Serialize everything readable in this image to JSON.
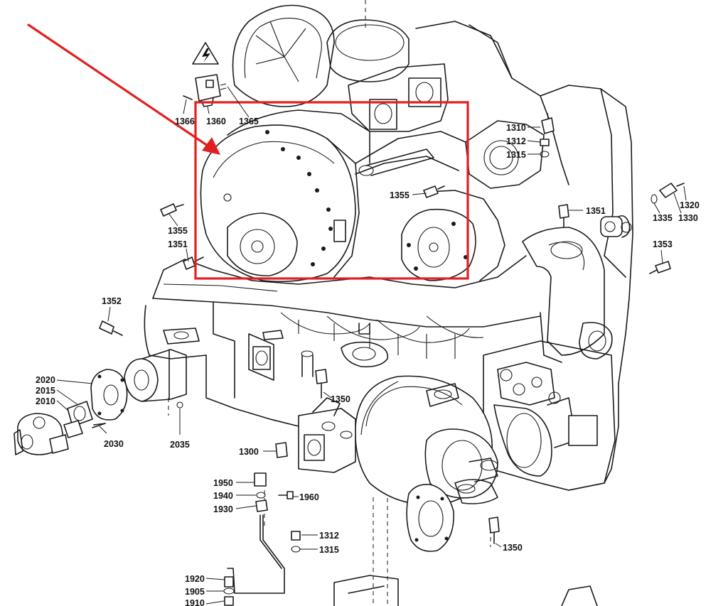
{
  "diagram": {
    "highlight_color": "#e02020",
    "line_color": "#1a1a1a",
    "warning_symbol": "lightning-bolt-warning-icon",
    "labels": {
      "p1366": "1366",
      "p1360": "1360",
      "p1365": "1365",
      "p1355a": "1355",
      "p1355b": "1355",
      "p1351a": "1351",
      "p1351b": "1351",
      "p1310": "1310",
      "p1312a": "1312",
      "p1315a": "1315",
      "p1320": "1320",
      "p1335": "1335",
      "p1330": "1330",
      "p1353": "1353",
      "p1352": "1352",
      "p2020": "2020",
      "p2015": "2015",
      "p2010": "2010",
      "p2030": "2030",
      "p2035": "2035",
      "p1350a": "1350",
      "p1350b": "1350",
      "p1300": "1300",
      "p1950": "1950",
      "p1940": "1940",
      "p1930": "1930",
      "p1960": "1960",
      "p1312b": "1312",
      "p1315b": "1315",
      "p1920": "1920",
      "p1905": "1905",
      "p1910": "1910"
    }
  }
}
